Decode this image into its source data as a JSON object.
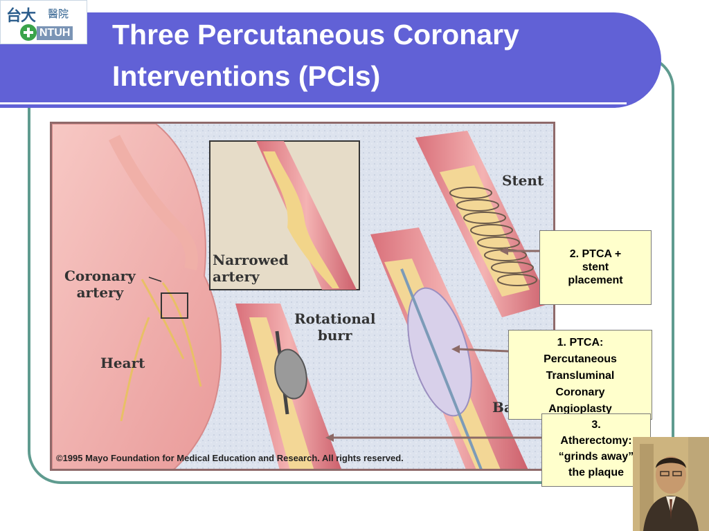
{
  "slide": {
    "title_line1": "Three Percutaneous Coronary",
    "title_line2": "Interventions (PCIs)"
  },
  "logo": {
    "chinese_name": "台大",
    "chinese_hospital": "醫院",
    "abbr": "NTUH"
  },
  "illustration": {
    "labels": {
      "narrowed_artery": "Narrowed\nartery",
      "stent": "Stent",
      "rotational_burr": "Rotational\nburr",
      "coronary_artery": "Coronary\nartery",
      "heart": "Heart",
      "balloon_partial": "Ba"
    },
    "copyright": "©1995 Mayo Foundation for Medical Education and Research. All rights reserved."
  },
  "callouts": {
    "stent_placement": "2. PTCA +\nstent\nplacement",
    "ptca": "1. PTCA:\nPercutaneous\nTransluminal\nCoronary\nAngioplasty",
    "atherectomy": "3.\nAtherectomy:\n“grinds away”\nthe plaque"
  },
  "colors": {
    "title_bar": "#6161d6",
    "frame": "#5f9b8f",
    "callout_bg": "#ffffcc"
  }
}
